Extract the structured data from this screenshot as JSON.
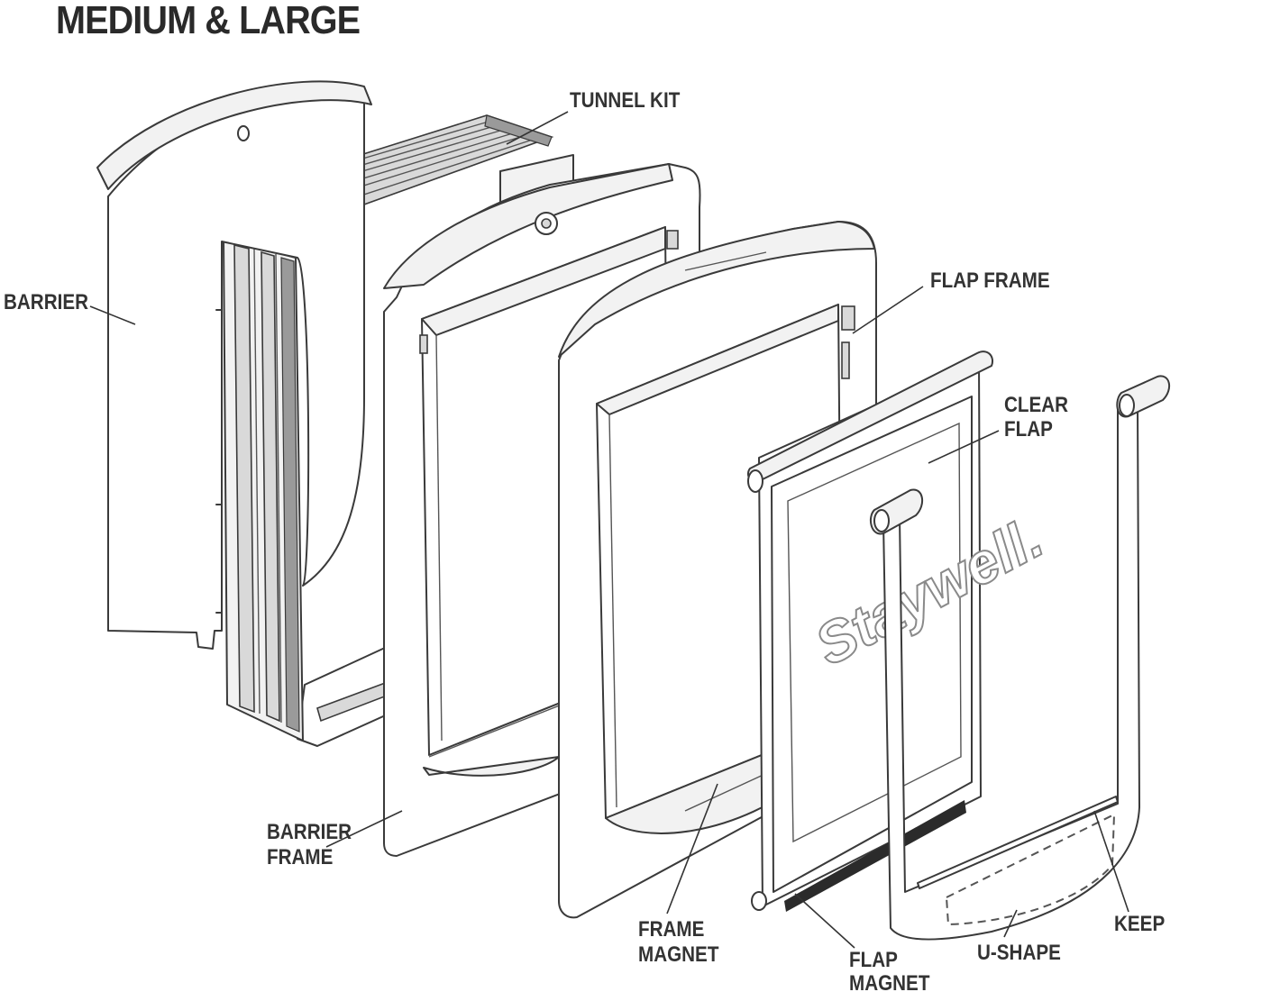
{
  "title": "MEDIUM & LARGE",
  "brand_mark": "Staywell.",
  "labels": {
    "barrier": "BARRIER",
    "tunnel_kit": "TUNNEL KIT",
    "flap_frame": "FLAP FRAME",
    "clear_flap_1": "CLEAR",
    "clear_flap_2": "FLAP",
    "barrier_frame_1": "BARRIER",
    "barrier_frame_2": "FRAME",
    "frame_magnet_1": "FRAME",
    "frame_magnet_2": "MAGNET",
    "flap_magnet_1": "FLAP",
    "flap_magnet_2": "MAGNET",
    "u_shape": "U-SHAPE",
    "keep": "KEEP"
  }
}
